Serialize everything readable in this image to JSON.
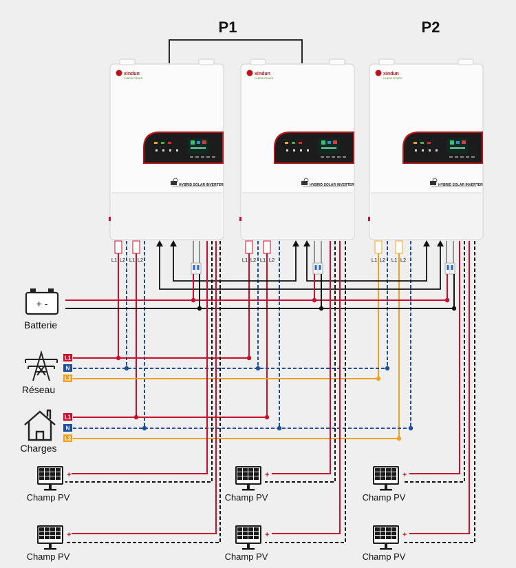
{
  "groups": [
    {
      "id": "p1",
      "label": "P1"
    },
    {
      "id": "p2",
      "label": "P2"
    }
  ],
  "inverter": {
    "brand": "xindun",
    "brand_sub": "HYBRID POWER",
    "model": "HYBRID SOLAR INVERTER",
    "terminals": [
      "L1",
      "L2",
      "L1",
      "L2"
    ]
  },
  "sources": {
    "battery": {
      "label": "Batterie",
      "symbol": "+ -"
    },
    "grid": {
      "label": "Réseau"
    },
    "loads": {
      "label": "Charges"
    },
    "phase_tags": [
      "L1",
      "N",
      "L2"
    ],
    "pv_label": "Champ PV",
    "pv_polarity": "+"
  },
  "colors": {
    "l1": "#c8102e",
    "neutral": "#1f4e9c",
    "l2": "#f0a020",
    "dc_negative": "#111111",
    "accent": "#b8161c",
    "background": "#efefef"
  },
  "icons": [
    "battery-icon",
    "pylon-icon",
    "house-icon",
    "solar-panel-icon"
  ]
}
